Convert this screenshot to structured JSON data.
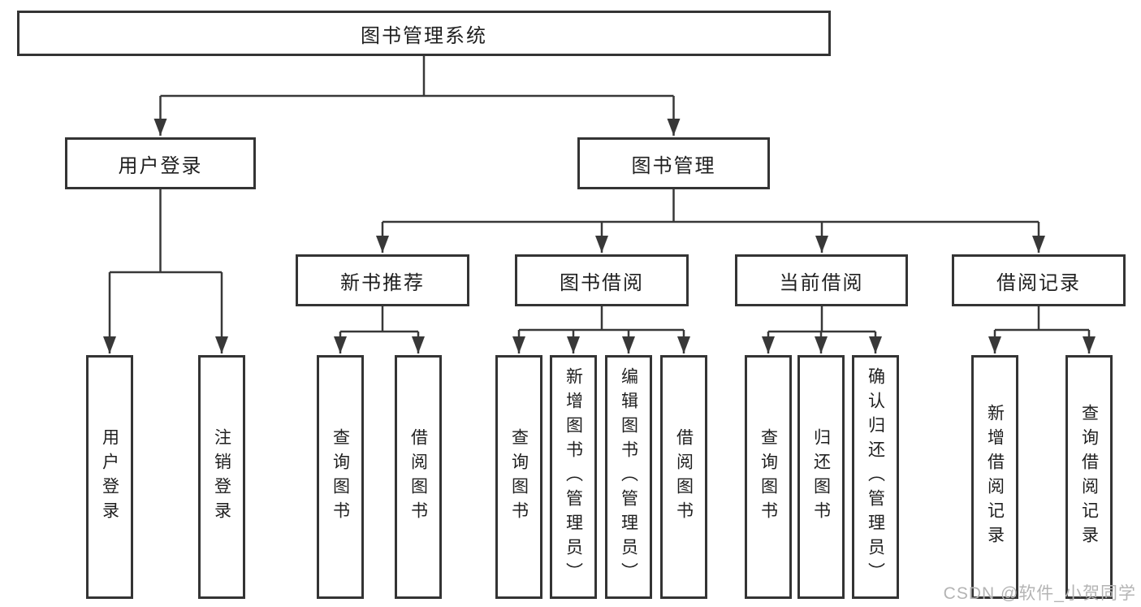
{
  "colors": {
    "line": "#383838",
    "box_border": "#343434",
    "text": "#1f1f1f",
    "watermark": "#b4b4b4",
    "background": "#ffffff"
  },
  "tree": {
    "id": "root",
    "label": "图书管理系统",
    "children": [
      {
        "id": "user-login",
        "label": "用户登录",
        "children": [
          {
            "id": "user-login-leaf",
            "label": "用户登录"
          },
          {
            "id": "logout-leaf",
            "label": "注销登录"
          }
        ]
      },
      {
        "id": "book-management",
        "label": "图书管理",
        "children": [
          {
            "id": "new-book-recommend",
            "label": "新书推荐",
            "children": [
              {
                "id": "query-books",
                "label": "查询图书"
              },
              {
                "id": "borrow-books",
                "label": "借阅图书"
              }
            ]
          },
          {
            "id": "book-borrowing",
            "label": "图书借阅",
            "children": [
              {
                "id": "query-books",
                "label": "查询图书"
              },
              {
                "id": "add-books-admin",
                "label": "新增图书（管理员）"
              },
              {
                "id": "edit-books-admin",
                "label": "编辑图书（管理员）"
              },
              {
                "id": "borrow-books",
                "label": "借阅图书"
              }
            ]
          },
          {
            "id": "current-borrowing",
            "label": "当前借阅",
            "children": [
              {
                "id": "query-books",
                "label": "查询图书"
              },
              {
                "id": "return-books",
                "label": "归还图书"
              },
              {
                "id": "confirm-return-admin",
                "label": "确认归还（管理员）"
              }
            ]
          },
          {
            "id": "borrowing-records",
            "label": "借阅记录",
            "children": [
              {
                "id": "add-borrow-record",
                "label": "新增借阅记录"
              },
              {
                "id": "query-borrow-record",
                "label": "查询借阅记录"
              }
            ]
          }
        ]
      }
    ]
  },
  "watermark": {
    "text": "CSDN @软件_小贺同学"
  }
}
